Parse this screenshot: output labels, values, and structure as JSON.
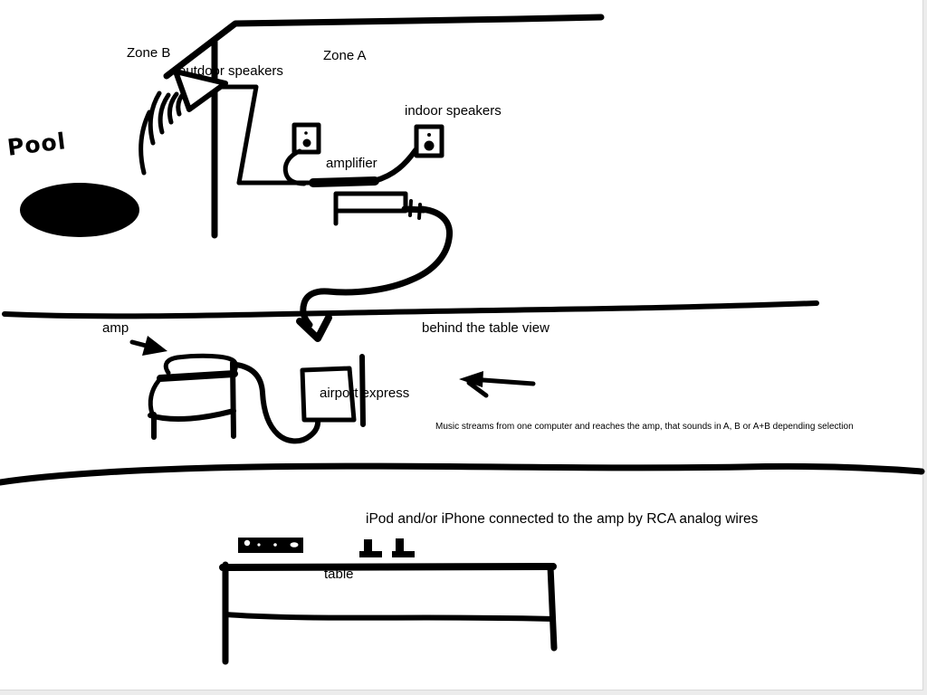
{
  "colors": {
    "ink": "#000000",
    "canvas_background": "#ffffff",
    "desktop_background": "#ececec"
  },
  "labels": {
    "zone_b": "Zone B",
    "zone_a": "Zone A",
    "outdoor_speakers": "outdoor speakers",
    "indoor_speakers": "indoor speakers",
    "amplifier": "amplifier",
    "pool": "Pool",
    "amp": "amp",
    "behind_table_view": "behind the table view",
    "airport_express": "airport express",
    "table": "table"
  },
  "notes": {
    "music_stream": "Music streams from one computer and reaches the amp, that sounds in A, B or A+B depending selection",
    "ipod_connection": "iPod and/or iPhone connected to the amp by RCA analog wires"
  }
}
